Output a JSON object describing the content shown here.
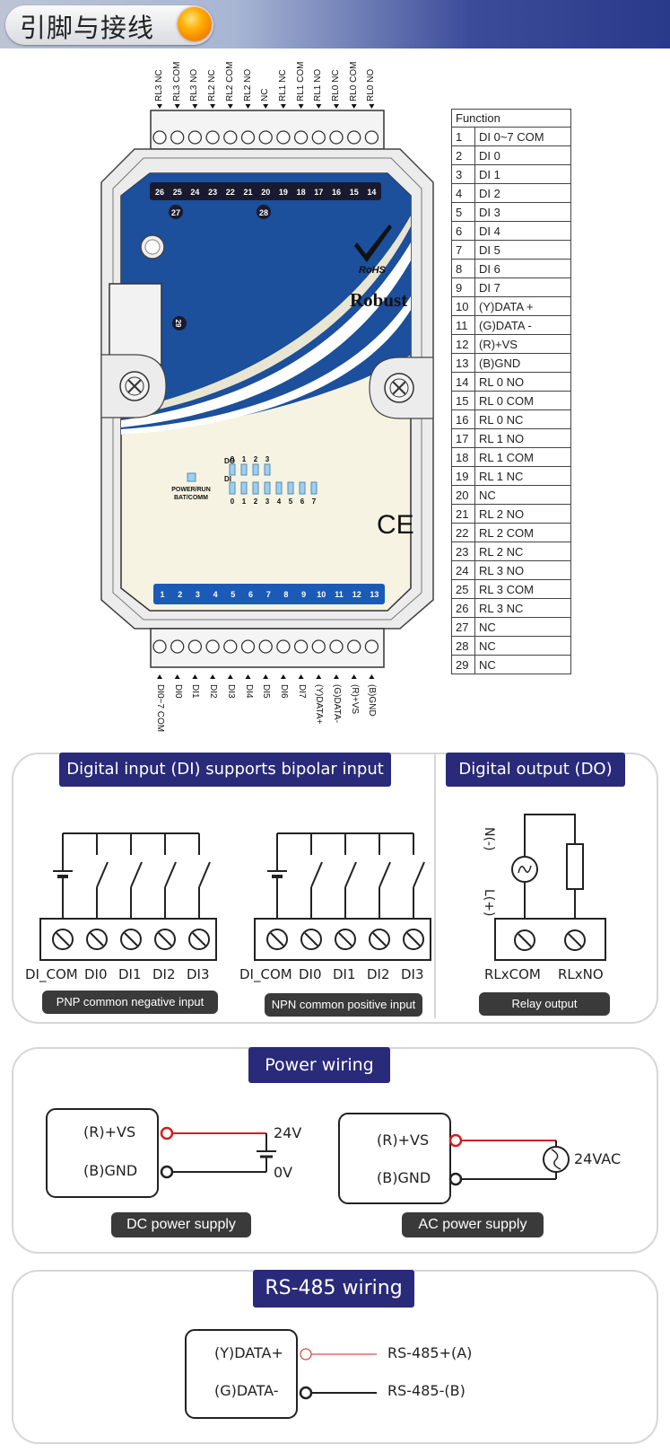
{
  "header": {
    "title": "引脚与接线"
  },
  "top_terminals": [
    "RL3 NC",
    "RL3 COM",
    "RL3 NO",
    "RL2 NC",
    "RL2 COM",
    "RL2 NO",
    "NC",
    "RL1 NC",
    "RL1 COM",
    "RL1 NO",
    "RL0 NC",
    "RL0 COM",
    "RL0 NO"
  ],
  "bottom_terminals": [
    "DI0~7 COM",
    "DI0",
    "DI1",
    "DI2",
    "DI3",
    "DI4",
    "DI5",
    "DI6",
    "DI7",
    "(Y)DATA+",
    "(G)DATA-",
    "(R)+VS",
    "(B)GND"
  ],
  "device": {
    "top_numbers": [
      "26",
      "25",
      "24",
      "23",
      "22",
      "21",
      "20",
      "19",
      "18",
      "17",
      "16",
      "15",
      "14"
    ],
    "bottom_numbers": [
      "1",
      "2",
      "3",
      "4",
      "5",
      "6",
      "7",
      "8",
      "9",
      "10",
      "11",
      "12",
      "13"
    ],
    "badge_27": "27",
    "badge_28": "28",
    "badge_29": "29",
    "rohs": "RoHS",
    "brand": "Robust",
    "ce": "CE",
    "do_label": "DO",
    "di_label": "DI",
    "do_digits": [
      "0",
      "1",
      "2",
      "3"
    ],
    "di_digits": [
      "0",
      "1",
      "2",
      "3",
      "4",
      "5",
      "6",
      "7"
    ],
    "power_label_1": "POWER/RUN",
    "power_label_2": "BAT/COMM"
  },
  "function_table": {
    "header": "Function",
    "rows": [
      {
        "n": "1",
        "f": "DI 0~7 COM"
      },
      {
        "n": "2",
        "f": "DI 0"
      },
      {
        "n": "3",
        "f": "DI 1"
      },
      {
        "n": "4",
        "f": "DI 2"
      },
      {
        "n": "5",
        "f": "DI 3"
      },
      {
        "n": "6",
        "f": "DI 4"
      },
      {
        "n": "7",
        "f": "DI 5"
      },
      {
        "n": "8",
        "f": "DI 6"
      },
      {
        "n": "9",
        "f": "DI 7"
      },
      {
        "n": "10",
        "f": "(Y)DATA +"
      },
      {
        "n": "11",
        "f": "(G)DATA -"
      },
      {
        "n": "12",
        "f": "(R)+VS"
      },
      {
        "n": "13",
        "f": "(B)GND"
      },
      {
        "n": "14",
        "f": "RL 0 NO"
      },
      {
        "n": "15",
        "f": "RL 0 COM"
      },
      {
        "n": "16",
        "f": "RL 0 NC"
      },
      {
        "n": "17",
        "f": "RL 1 NO"
      },
      {
        "n": "18",
        "f": "RL 1 COM"
      },
      {
        "n": "19",
        "f": "RL 1 NC"
      },
      {
        "n": "20",
        "f": "NC"
      },
      {
        "n": "21",
        "f": "RL 2 NO"
      },
      {
        "n": "22",
        "f": "RL 2 COM"
      },
      {
        "n": "23",
        "f": "RL 2 NC"
      },
      {
        "n": "24",
        "f": "RL 3 NO"
      },
      {
        "n": "25",
        "f": "RL 3 COM"
      },
      {
        "n": "26",
        "f": "RL 3 NC"
      },
      {
        "n": "27",
        "f": "NC"
      },
      {
        "n": "28",
        "f": "NC"
      },
      {
        "n": "29",
        "f": "NC"
      }
    ]
  },
  "di_section": {
    "title": "Digital input (DI) supports bipolar input",
    "labels": [
      "DI_COM",
      "DI0",
      "DI1",
      "DI2",
      "DI3"
    ],
    "pnp_caption": "PNP common negative input",
    "npn_caption": "NPN common positive input"
  },
  "do_section": {
    "title": "Digital output (DO)",
    "n_label": "N(-)",
    "l_label": "L(+)",
    "com_label": "RLxCOM",
    "no_label": "RLxNO",
    "caption": "Relay output"
  },
  "power_section": {
    "title": "Power wiring",
    "vs_label": "(R)+VS",
    "gnd_label": "(B)GND",
    "v24": "24V",
    "v0": "0V",
    "vac": "24VAC",
    "dc_caption": "DC power supply",
    "ac_caption": "AC power supply"
  },
  "rs485_section": {
    "title": "RS-485 wiring",
    "data_plus": "(Y)DATA+",
    "data_minus": "(G)DATA-",
    "a_label": "RS-485+(A)",
    "b_label": "RS-485-(B)"
  },
  "colors": {
    "navy": "#2a2a7a",
    "device_blue": "#1c4f9c",
    "wire_red": "#d02020",
    "caption_bg": "#3a3a3a"
  }
}
